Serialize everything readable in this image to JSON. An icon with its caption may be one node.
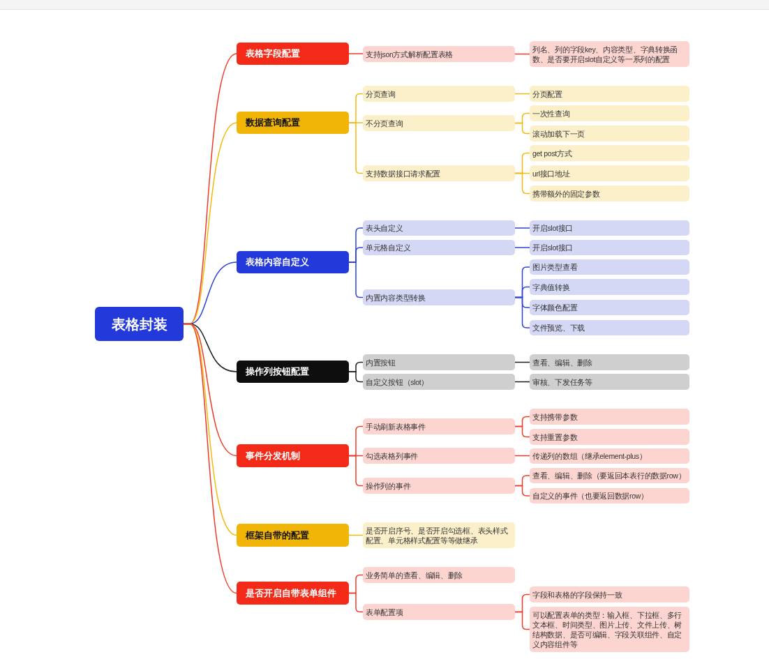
{
  "diagram": {
    "nodes": [
      {
        "text": [
          "表格封装"
        ]
      },
      {
        "text": [
          "表格字段配置"
        ]
      },
      {
        "text": [
          "支持json方式解析配置表格"
        ]
      },
      {
        "text": [
          "列名、列的字段key、内容类型、字典转换函数、是否要开启slot自定义等一系列的配置"
        ]
      },
      {
        "text": [
          "数据查询配置"
        ]
      },
      {
        "text": [
          "分页查询"
        ]
      },
      {
        "text": [
          "分页配置"
        ]
      },
      {
        "text": [
          "不分页查询"
        ]
      },
      {
        "text": [
          "一次性查询"
        ]
      },
      {
        "text": [
          "滚动加载下一页"
        ]
      },
      {
        "text": [
          "支持数据接口请求配置"
        ]
      },
      {
        "text": [
          "get post方式"
        ]
      },
      {
        "text": [
          "url接口地址"
        ]
      },
      {
        "text": [
          "携带额外的固定参数"
        ]
      },
      {
        "text": [
          "表格内容自定义"
        ]
      },
      {
        "text": [
          "表头自定义"
        ]
      },
      {
        "text": [
          "开启slot接口"
        ]
      },
      {
        "text": [
          "单元格自定义"
        ]
      },
      {
        "text": [
          "开启slot接口"
        ]
      },
      {
        "text": [
          "内置内容类型转换"
        ]
      },
      {
        "text": [
          "图片类型查看"
        ]
      },
      {
        "text": [
          "字典值转换"
        ]
      },
      {
        "text": [
          "字体颜色配置"
        ]
      },
      {
        "text": [
          "文件预览、下载"
        ]
      },
      {
        "text": [
          "操作列按钮配置"
        ]
      },
      {
        "text": [
          "内置按钮"
        ]
      },
      {
        "text": [
          "查看、编辑、删除"
        ]
      },
      {
        "text": [
          "自定义按钮（slot）"
        ]
      },
      {
        "text": [
          "审核、下发任务等"
        ]
      },
      {
        "text": [
          "事件分发机制"
        ]
      },
      {
        "text": [
          "手动刷新表格事件"
        ]
      },
      {
        "text": [
          "支持携带参数"
        ]
      },
      {
        "text": [
          "支持重置参数"
        ]
      },
      {
        "text": [
          "勾选表格列事件"
        ]
      },
      {
        "text": [
          "传递列的数组（继承element-plus）"
        ]
      },
      {
        "text": [
          "操作列的事件"
        ]
      },
      {
        "text": [
          "查看、编辑、删除（要返回本表行的数据row）"
        ]
      },
      {
        "text": [
          "自定义的事件（也要返回数据row）"
        ]
      },
      {
        "text": [
          "框架自带的配置"
        ]
      },
      {
        "text": [
          "是否开启序号、是否开启勾选框、表头样式配置、单元格样式配置等等做继承"
        ]
      },
      {
        "text": [
          "是否开启自带表单组件"
        ]
      },
      {
        "text": [
          "业务简单的查看、编辑、删除"
        ]
      },
      {
        "text": [
          "表单配置项"
        ]
      },
      {
        "text": [
          "字段和表格的字段保持一致"
        ]
      },
      {
        "text": [
          "可以配置表单的类型：输入框、下拉框、多行文本框、时间类型、图片上传、文件上传、树结构数据、是否可编辑、字段关联组件、自定义内容组件等"
        ]
      }
    ],
    "edges": [
      {
        "from": 0,
        "to": 1,
        "arrow": "none",
        "color": "#ef3a25"
      },
      {
        "from": 1,
        "to": 2,
        "arrow": "none",
        "color": "#ef3a25"
      },
      {
        "from": 2,
        "to": 3,
        "arrow": "none",
        "color": "#ef3a25"
      },
      {
        "from": 0,
        "to": 4,
        "arrow": "none",
        "color": "#f2b90c"
      },
      {
        "from": 4,
        "to": 5,
        "arrow": "none",
        "color": "#f2b90c"
      },
      {
        "from": 5,
        "to": 6,
        "arrow": "none",
        "color": "#f2b90c"
      },
      {
        "from": 4,
        "to": 7,
        "arrow": "none",
        "color": "#f2b90c"
      },
      {
        "from": 7,
        "to": 8,
        "arrow": "none",
        "color": "#f2b90c"
      },
      {
        "from": 7,
        "to": 9,
        "arrow": "none",
        "color": "#f2b90c"
      },
      {
        "from": 4,
        "to": 10,
        "arrow": "none",
        "color": "#f2b90c"
      },
      {
        "from": 10,
        "to": 11,
        "arrow": "none",
        "color": "#f2b90c"
      },
      {
        "from": 10,
        "to": 12,
        "arrow": "none",
        "color": "#f2b90c"
      },
      {
        "from": 10,
        "to": 13,
        "arrow": "none",
        "color": "#f2b90c"
      },
      {
        "from": 0,
        "to": 14,
        "arrow": "none",
        "color": "#2a42d6"
      },
      {
        "from": 14,
        "to": 15,
        "arrow": "none",
        "color": "#2a42d6"
      },
      {
        "from": 15,
        "to": 16,
        "arrow": "none",
        "color": "#2a42d6"
      },
      {
        "from": 14,
        "to": 17,
        "arrow": "none",
        "color": "#2a42d6"
      },
      {
        "from": 17,
        "to": 18,
        "arrow": "none",
        "color": "#2a42d6"
      },
      {
        "from": 14,
        "to": 19,
        "arrow": "none",
        "color": "#2a42d6"
      },
      {
        "from": 19,
        "to": 20,
        "arrow": "none",
        "color": "#2a42d6"
      },
      {
        "from": 19,
        "to": 21,
        "arrow": "none",
        "color": "#2a42d6"
      },
      {
        "from": 19,
        "to": 22,
        "arrow": "none",
        "color": "#2a42d6"
      },
      {
        "from": 19,
        "to": 23,
        "arrow": "none",
        "color": "#2a42d6"
      },
      {
        "from": 0,
        "to": 24,
        "arrow": "none",
        "color": "#1c1c1c"
      },
      {
        "from": 24,
        "to": 25,
        "arrow": "none",
        "color": "#1c1c1c"
      },
      {
        "from": 25,
        "to": 26,
        "arrow": "none",
        "color": "#1c1c1c"
      },
      {
        "from": 24,
        "to": 27,
        "arrow": "none",
        "color": "#1c1c1c"
      },
      {
        "from": 27,
        "to": 28,
        "arrow": "none",
        "color": "#1c1c1c"
      },
      {
        "from": 0,
        "to": 29,
        "arrow": "none",
        "color": "#ef3a25"
      },
      {
        "from": 29,
        "to": 30,
        "arrow": "none",
        "color": "#ef3a25"
      },
      {
        "from": 30,
        "to": 31,
        "arrow": "none",
        "color": "#ef3a25"
      },
      {
        "from": 30,
        "to": 32,
        "arrow": "none",
        "color": "#ef3a25"
      },
      {
        "from": 29,
        "to": 33,
        "arrow": "none",
        "color": "#ef3a25"
      },
      {
        "from": 33,
        "to": 34,
        "arrow": "none",
        "color": "#ef3a25"
      },
      {
        "from": 29,
        "to": 35,
        "arrow": "none",
        "color": "#ef3a25"
      },
      {
        "from": 35,
        "to": 36,
        "arrow": "none",
        "color": "#ef3a25"
      },
      {
        "from": 35,
        "to": 37,
        "arrow": "none",
        "color": "#ef3a25"
      },
      {
        "from": 0,
        "to": 38,
        "arrow": "none",
        "color": "#f2b90c"
      },
      {
        "from": 38,
        "to": 39,
        "arrow": "none",
        "color": "#f2b90c"
      },
      {
        "from": 0,
        "to": 40,
        "arrow": "none",
        "color": "#ef3a25"
      },
      {
        "from": 40,
        "to": 41,
        "arrow": "none",
        "color": "#ef3a25"
      },
      {
        "from": 40,
        "to": 42,
        "arrow": "none",
        "color": "#ef3a25"
      },
      {
        "from": 42,
        "to": 43,
        "arrow": "none",
        "color": "#ef3a25"
      },
      {
        "from": 42,
        "to": 44,
        "arrow": "none",
        "color": "#ef3a25"
      }
    ]
  }
}
